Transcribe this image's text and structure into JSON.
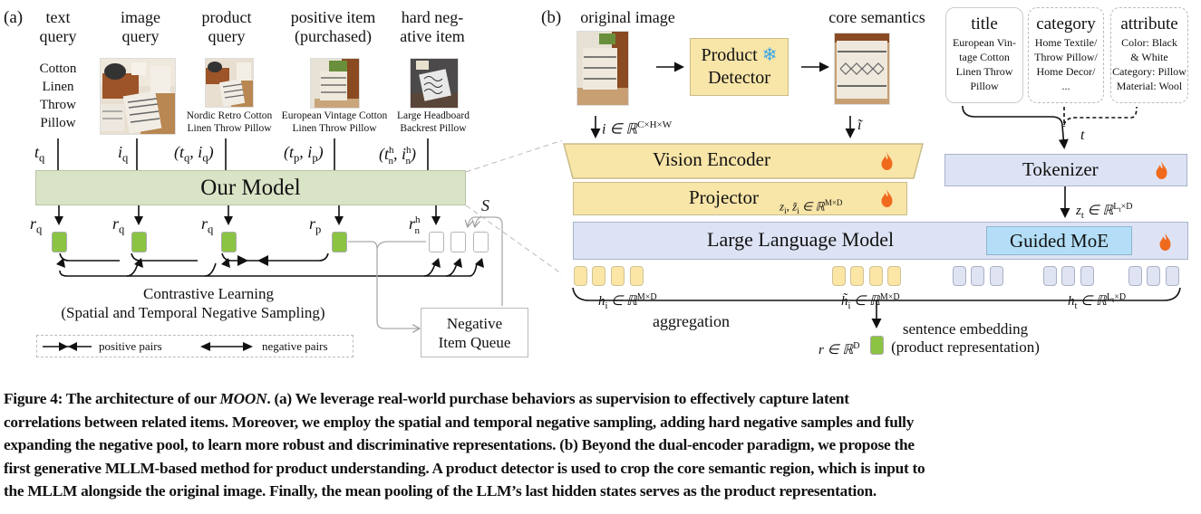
{
  "panel_a": {
    "label": "(a)",
    "columns": [
      {
        "header_1": "text",
        "header_2": "query",
        "caption": [
          "Cotton",
          "Linen",
          "Throw",
          "Pillow"
        ],
        "input_var": "t_q"
      },
      {
        "header_1": "image",
        "header_2": "query",
        "caption": [],
        "input_var": "i_q"
      },
      {
        "header_1": "product",
        "header_2": "query",
        "caption": [
          "Nordic Retro Cotton",
          "Linen Throw Pillow"
        ],
        "input_var": "(t_q, i_q)"
      },
      {
        "header_1": "positive item",
        "header_2": "(purchased)",
        "caption": [
          "European Vintage Cotton",
          "Linen Throw Pillow"
        ],
        "input_var": "(t_p, i_p)"
      },
      {
        "header_1": "hard neg-",
        "header_2": "ative item",
        "caption": [
          "Large Headboard",
          "Backrest Pillow"
        ],
        "input_var": "(t_n^h, i_n^h)"
      }
    ],
    "model_label": "Our Model",
    "representations": [
      "r_q",
      "r_q",
      "r_q",
      "r_p",
      "r_n^h"
    ],
    "memory_label": "S",
    "contrastive_title": "Contrastive Learning",
    "contrastive_subtitle": "(Spatial and Temporal Negative Sampling)",
    "queue_label_1": "Negative",
    "queue_label_2": "Item Queue",
    "legend": {
      "positive": "positive pairs",
      "negative": "negative pairs"
    }
  },
  "panel_b": {
    "label": "(b)",
    "original_image_label": "original image",
    "core_semantics_label": "core semantics",
    "detector_label_1": "Product",
    "detector_label_2": "Detector",
    "detector_state_icon": "snowflake-icon",
    "image_var": "i ∈ ℝ",
    "image_var_sup": "C×H×W",
    "crop_var": "ĩ",
    "vision_encoder": "Vision Encoder",
    "projector": "Projector",
    "projector_var": "z",
    "projector_var_rest": "i, z̃",
    "projector_var_sup": "M×D",
    "text_cards": [
      {
        "title": "title",
        "body": [
          "European Vin-",
          "tage Cotton",
          "Linen Throw",
          "Pillow"
        ],
        "style": "solid"
      },
      {
        "title": "category",
        "body": [
          "Home Textile/",
          "Throw Pillow/",
          "Home Decor/",
          "..."
        ],
        "style": "dashed"
      },
      {
        "title": "attribute",
        "body": [
          "Color: Black",
          "& White",
          "Category: Pillow",
          "Material: Wool"
        ],
        "style": "dashed"
      }
    ],
    "text_var": "t",
    "tokenizer": "Tokenizer",
    "tokenizer_var": "z",
    "tokenizer_var_sup": "L",
    "llm": "Large Language Model",
    "moe": "Guided MoE",
    "trainable_icon": "fire-icon",
    "hidden_vars": [
      {
        "base": "h",
        "sub": "i",
        "set": "∈ ℝ",
        "sup": "M×D"
      },
      {
        "base": "h̃",
        "sub": "i",
        "set": "∈ ℝ",
        "sup": "M×D"
      },
      {
        "base": "h",
        "sub": "t",
        "set": "∈ ℝ",
        "sup": "L×D"
      }
    ],
    "aggregation": "aggregation",
    "output_var": "r ∈ ℝ",
    "output_var_sup": "D",
    "output_label_1": "sentence embedding",
    "output_label_2": "(product representation)"
  },
  "caption": {
    "lines": [
      [
        "Figure 4: The architecture of our ",
        "MOON",
        ". (a) We leverage real-world purchase behaviors as supervision to effectively capture latent"
      ],
      [
        "correlations between related items. Moreover, we employ the spatial and temporal negative sampling, adding hard negative samples and fully"
      ],
      [
        "expanding the negative pool, to learn more robust and discriminative representations. (b) Beyond the dual-encoder paradigm, we propose the"
      ],
      [
        "first generative MLLM-based method for product understanding. A product detector is used to crop the core semantic region, which is input to"
      ],
      [
        "the MLLM alongside the original image. Finally, the mean pooling of the LLM’s last hidden states serves as the product representation."
      ]
    ]
  },
  "colors": {
    "model_fill": "#d9e3c6",
    "vision_fill": "#f8e5a8",
    "llm_fill": "#dde3f4",
    "moe_fill": "#b4def7",
    "rep_green": "#8bc443",
    "fire": "#f06a1e",
    "snow": "#3aa6e6"
  }
}
